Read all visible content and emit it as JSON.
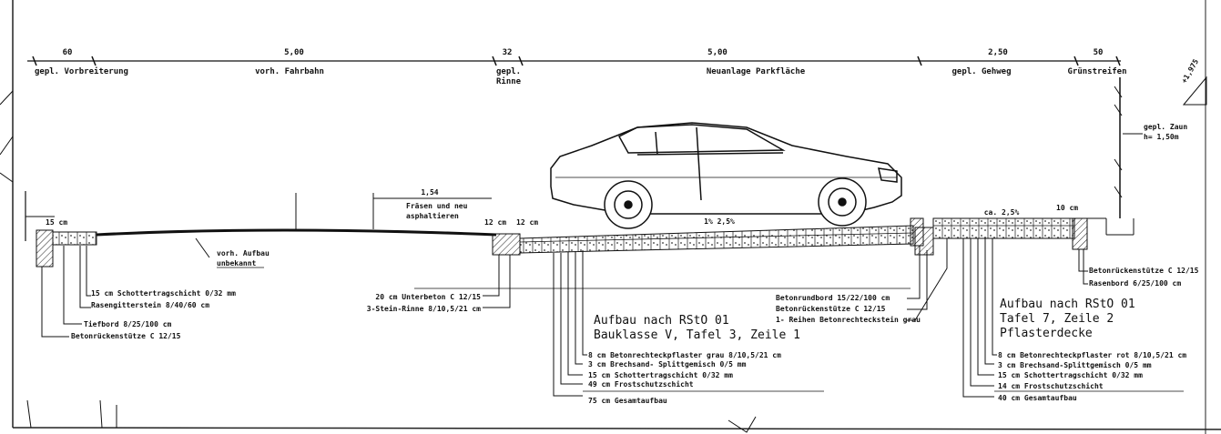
{
  "dimensions": [
    {
      "value": "60",
      "label": "gepl. Vorbreiterung"
    },
    {
      "value": "5,00",
      "label": "vorh. Fahrbahn"
    },
    {
      "value": "32",
      "label": "gepl.",
      "label2": "Rinne"
    },
    {
      "value": "5,00",
      "label": "Neuanlage Parkfläche"
    },
    {
      "value": "2,50",
      "label": "gepl. Gehweg"
    },
    {
      "value": "50",
      "label": "Grünstreifen"
    }
  ],
  "small_dims": {
    "left_curb": "15 cm",
    "rinne_left": "12 cm",
    "rinne_right": "12 cm",
    "park_slope": "1% 2,5%",
    "walk_slope": "ca. 2,5%",
    "walk_curb": "10 cm"
  },
  "frasen": {
    "width": "1,54",
    "line1": "Fräsen und neu",
    "line2": "asphaltieren"
  },
  "fence": {
    "line1": "gepl. Zaun",
    "line2": "h= 1,50m"
  },
  "corner_mark": "+1,975",
  "existing_surface": {
    "line1": "vorh. Aufbau",
    "line2": "unbekannt"
  },
  "left_notes": [
    "15 cm Schottertragschicht 0/32 mm",
    "Rasengitterstein 8/40/60 cm",
    "Tiefbord 8/25/100 cm",
    "Betonrückenstütze C 12/15"
  ],
  "rinne_notes": [
    "20 cm Unterbeton C 12/15",
    "3-Stein-Rinne 8/10,5/21 cm"
  ],
  "park_build": {
    "title1": "Aufbau nach RStO 01",
    "title2": "Bauklasse V, Tafel 3, Zeile 1",
    "layers": [
      "8 cm Betonrechteckpflaster grau 8/10,5/21 cm",
      "3 cm Brechsand- Splittgemisch 0/5 mm",
      "15 cm Schottertragschicht 0/32 mm",
      "49 cm Frostschutzschicht",
      "75 cm Gesamtaufbau"
    ]
  },
  "middle_curb_notes": [
    "Betonrundbord 15/22/100 cm",
    "Betonrückenstütze C 12/15",
    "1- Reihen Betonrechteckstein grau"
  ],
  "right_curb_notes": [
    "Betonrückenstütze C 12/15",
    "Rasenbord 6/25/100 cm"
  ],
  "walk_build": {
    "title1": "Aufbau nach RStO 01",
    "title2": "Tafel 7, Zeile 2",
    "title3": "Pflasterdecke",
    "layers": [
      "8 cm Betonrechteckpflaster rot 8/10,5/21 cm",
      "3 cm Brechsand-Splittgemisch 0/5 mm",
      "15 cm Schottertragschicht 0/32 mm",
      "14 cm Frostschutzschicht",
      "40 cm Gesamtaufbau"
    ]
  }
}
